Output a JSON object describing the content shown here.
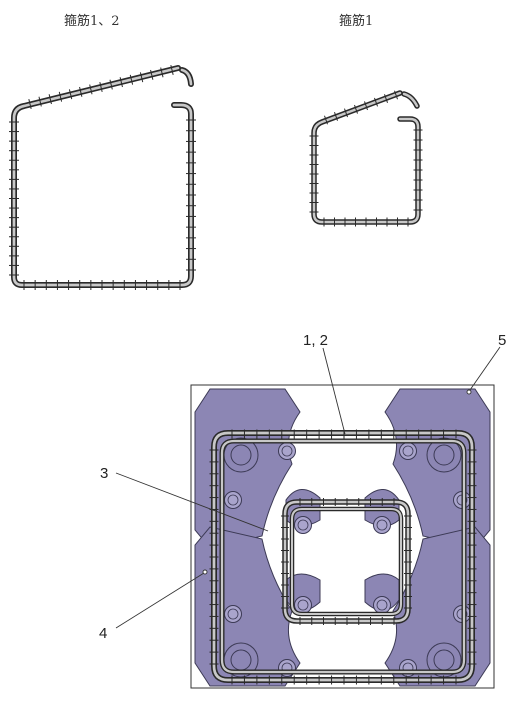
{
  "figure": {
    "top_left_title": "箍筋1、2",
    "top_right_title": "箍筋1",
    "callouts": {
      "label_1_2": "1, 2",
      "label_3": "3",
      "label_4": "4",
      "label_5": "5"
    }
  },
  "colors": {
    "rebar_dark": "#2a2a2a",
    "rebar_light": "#c8c8c8",
    "plate_fill": "#8c86b4",
    "plate_stroke": "#3c3a55",
    "line": "#333333"
  }
}
